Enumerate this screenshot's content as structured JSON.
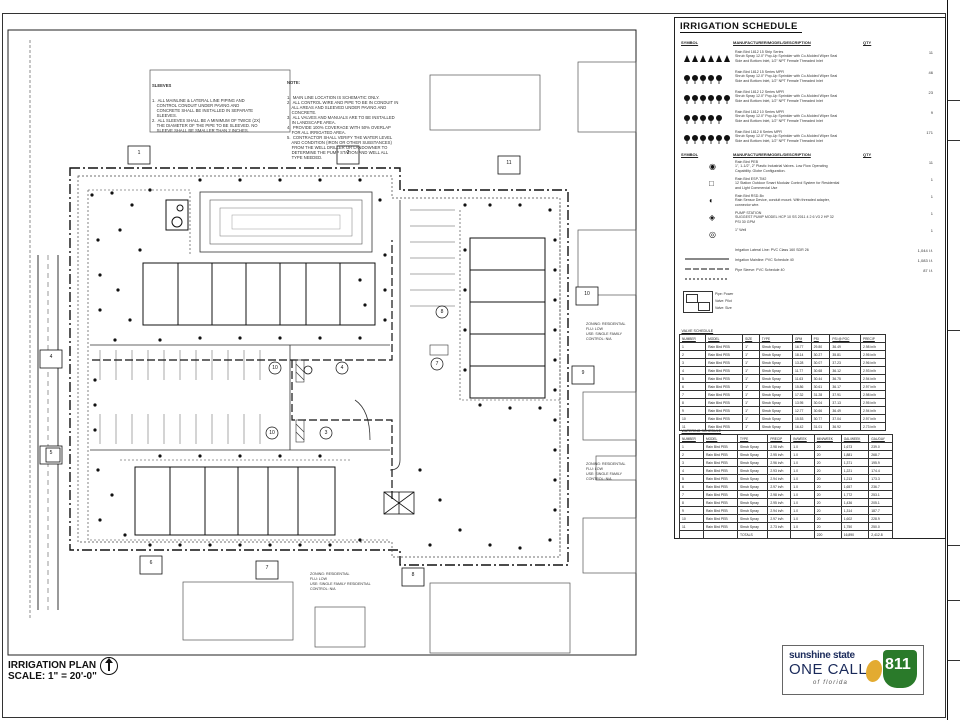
{
  "plan": {
    "title": "IRRIGATION PLAN",
    "scale": "SCALE: 1\" = 20'-0\"",
    "north_icon": "north-arrow-icon",
    "note_sleeves_title": "SLEEVES",
    "note_sleeves": "1.  ALL MAINLINE & LATERAL LINE PIPING AND\n    CONTROL CONDUIT UNDER PAVING AND\n    CONCRETE SHALL BE INSTALLED IN SEPARATE\n    SLEEVES.\n2.  ALL SLEEVES SHALL BE A MINIMUM OF TWICE (2X)\n    THE DIAMETER OF THE PIPE TO BE SLEEVED. NO\n    SLEEVE SHALL BE SMALLER THAN 2 INCHES.",
    "note_general_title": "NOTE:",
    "note_general": "1.  MAIN LINE LOCATION IS SCHEMATIC ONLY.\n2.  ALL CONTROL WIRE AND PIPE TO BE IN CONDUIT IN\n    ALL AREAS AND SLEEVED UNDER PAVING AND\n    CONCRETE.\n3.  ALL VALVES AND MANUALS ARE TO BE INSTALLED\n    IN LANDSCAPE AREA.\n4.  PROVIDE 100% COVERAGE WITH 50% OVERLAP\n    FOR ALL IRRIGATED AREA.\n5.  CONTRACTOR SHALL VERIFY THE WATER LEVEL\n    AND CONDITION (IRON OR OTHER SUBSTANCES)\n    FROM THE WELL DRILLER OR LANDOWNER TO\n    DETERMINE THE PUMP STATION AND WELL ALL\n    TYPE NEEDED.",
    "zone_tags": [
      "1",
      "2",
      "3",
      "4",
      "5",
      "6",
      "7",
      "8",
      "9",
      "10",
      "11"
    ],
    "adjacent_labels": [
      "ZONING: RESIDENTIAL\nFLU: LOW\nUSE: SINGLE FAMILY\nCONTROL: N/A",
      "ZONING: RESIDENTIAL\nFLU: LOW\nUSE: SINGLE FAMILY\nCONTROL: N/A",
      "ZONING: RESIDENTIAL\nFLU: LOW\nUSE: SINGLE FAMILY RESIDENTIAL\nCONTROL: N/A"
    ]
  },
  "schedule": {
    "title": "IRRIGATION SCHEDULE",
    "spray_header": {
      "symbol": "SYMBOL",
      "desc": "MANUFACTURER/MODEL/DESCRIPTION",
      "qty": "QTY"
    },
    "spray_rows": [
      {
        "icon": "spray-head-icon",
        "desc": "Rain Bird 1812 15 Strip Series\nShrub Spray 12.0\" Pop-Up Sprinkler with Co-Molded Wiper Seal\nSide and Bottom Inlet, 1/2\" NPT Female Threaded Inlet",
        "qty": "11"
      },
      {
        "icon": "spray-head-icon",
        "desc": "Rain Bird 1812 15 Series MPR\nShrub Spray 12.0\" Pop-Up Sprinkler with Co-Molded Wiper Seal\nSide and Bottom Inlet, 1/2\" NPT Female Threaded Inlet",
        "qty": "46"
      },
      {
        "icon": "spray-head-icon",
        "desc": "Rain Bird 1812 12 Series MPR\nShrub Spray 12.0\" Pop-Up Sprinkler with Co-Molded Wiper Seal\nSide and Bottom Inlet, 1/2\" NPT Female Threaded Inlet",
        "qty": "23"
      },
      {
        "icon": "spray-head-icon",
        "desc": "Rain Bird 1812 10 Series MPR\nShrub Spray 12.0\" Pop-Up Sprinkler with Co-Molded Wiper Seal\nSide and Bottom Inlet, 1/2\" NPT Female Threaded Inlet",
        "qty": "9"
      },
      {
        "icon": "spray-head-icon",
        "desc": "Rain Bird 1812 8 Series MPR\nShrub Spray 12.0\" Pop-Up Sprinkler with Co-Molded Wiper Seal\nSide and Bottom Inlet, 1/2\" NPT Female Threaded Inlet",
        "qty": "171"
      }
    ],
    "equip_header": {
      "symbol": "SYMBOL",
      "desc": "MANUFACTURER/MODEL/DESCRIPTION",
      "qty": "QTY"
    },
    "equip_rows": [
      {
        "icon": "valve-icon",
        "desc": "Rain Bird PEB\n1\", 1-1/2\", 2\" Plastic Industrial Valves. Low Flow Operating\nCapability. Globe Configuration.",
        "qty": "11"
      },
      {
        "icon": "controller-icon",
        "desc": "Rain Bird ESP-TM2\n12 Station Outdoor Smart Modular Control System for Residential\nand Light Commercial Use",
        "qty": "1"
      },
      {
        "icon": "quick-coupler-icon",
        "desc": "Rain Bird RSD-Bx\nRain Sensor Device, conduit mount. With threaded adapter,\nconnector wire.",
        "qty": "1"
      },
      {
        "icon": "pump-icon",
        "desc": "PUMP STATION\nSUGGEST PUMP MODEL HCP 10 SS 2011 4 2 6 V3 2 HP 32\nPSI 30 GPM",
        "qty": "1"
      },
      {
        "icon": "well-icon",
        "desc": "1\" Well",
        "qty": "1"
      }
    ],
    "pipe_rows": [
      {
        "desc": "Irrigation Lateral Line: PVC Class 160 SDR 26",
        "qty": "1,044 l.f."
      },
      {
        "desc": "Irrigation Mainline: PVC Schedule 40",
        "qty": "1,083 l.f."
      },
      {
        "desc": "Pipe Sleeve: PVC Schedule 40",
        "qty": "87 l.f."
      }
    ],
    "pipe_size_legend": [
      "Pipe: Power",
      "Valve: Pilot",
      "Valve: Size"
    ],
    "valve_table_caption": "VALVE SCHEDULE",
    "valve_table_headers": [
      "NUMBER",
      "MODEL",
      "SIZE",
      "TYPE",
      "GPM",
      "PSI",
      "PSI @ POC",
      "PRECIP"
    ],
    "valve_table_rows": [
      [
        "1",
        "Rain Bird PEB",
        "1\"",
        "Shrub Spray",
        "16.77",
        "29.80",
        "36.49",
        "2.98 in/h"
      ],
      [
        "2",
        "Rain Bird PEB",
        "1\"",
        "Shrub Spray",
        "18.14",
        "30.27",
        "35.81",
        "2.95 in/h"
      ],
      [
        "3",
        "Rain Bird PEB",
        "1\"",
        "Shrub Spray",
        "13.28",
        "30.07",
        "37.23",
        "2.96 in/h"
      ],
      [
        "4",
        "Rain Bird PEB",
        "1\"",
        "Shrub Spray",
        "11.77",
        "30.68",
        "36.12",
        "2.93 in/h"
      ],
      [
        "5",
        "Rain Bird PEB",
        "1\"",
        "Shrub Spray",
        "11.63",
        "30.44",
        "36.75",
        "2.94 in/h"
      ],
      [
        "6",
        "Rain Bird PEB",
        "1\"",
        "Shrub Spray",
        "15.86",
        "30.61",
        "36.17",
        "2.97 in/h"
      ],
      [
        "7",
        "Rain Bird PEB",
        "1\"",
        "Shrub Spray",
        "17.32",
        "31.28",
        "37.91",
        "2.98 in/h"
      ],
      [
        "8",
        "Rain Bird PEB",
        "1\"",
        "Shrub Spray",
        "13.95",
        "30.04",
        "37.13",
        "2.95 in/h"
      ],
      [
        "9",
        "Rain Bird PEB",
        "1\"",
        "Shrub Spray",
        "12.77",
        "30.66",
        "36.49",
        "2.94 in/h"
      ],
      [
        "10",
        "Rain Bird PEB",
        "1\"",
        "Shrub Spray",
        "15.53",
        "30.77",
        "37.04",
        "2.97 in/h"
      ],
      [
        "11",
        "Rain Bird PEB",
        "1\"",
        "Shrub Spray",
        "16.42",
        "31.01",
        "36.92",
        "2.73 in/h"
      ]
    ],
    "water_table_caption": "WATERING SCHEDULE",
    "water_table_headers": [
      "NUMBER",
      "MODEL",
      "TYPE",
      "PRECIP",
      "IN/WEEK",
      "MIN/WEEK",
      "GAL/WEEK",
      "GAL/DAY"
    ],
    "water_table_rows": [
      [
        "1",
        "Rain Bird PEB",
        "Shrub Spray",
        "2.98 in/h",
        "1.0",
        "20",
        "1,673",
        "239.0"
      ],
      [
        "2",
        "Rain Bird PEB",
        "Shrub Spray",
        "2.95 in/h",
        "1.0",
        "20",
        "1,881",
        "268.7"
      ],
      [
        "3",
        "Rain Bird PEB",
        "Shrub Spray",
        "2.96 in/h",
        "1.0",
        "20",
        "1,371",
        "195.9"
      ],
      [
        "4",
        "Rain Bird PEB",
        "Shrub Spray",
        "2.93 in/h",
        "1.0",
        "20",
        "1,221",
        "174.4"
      ],
      [
        "5",
        "Rain Bird PEB",
        "Shrub Spray",
        "2.94 in/h",
        "1.0",
        "20",
        "1,213",
        "173.3"
      ],
      [
        "6",
        "Rain Bird PEB",
        "Shrub Spray",
        "2.97 in/h",
        "1.0",
        "20",
        "1,657",
        "236.7"
      ],
      [
        "7",
        "Rain Bird PEB",
        "Shrub Spray",
        "2.98 in/h",
        "1.0",
        "20",
        "1,772",
        "253.1"
      ],
      [
        "8",
        "Rain Bird PEB",
        "Shrub Spray",
        "2.95 in/h",
        "1.0",
        "20",
        "1,436",
        "205.1"
      ],
      [
        "9",
        "Rain Bird PEB",
        "Shrub Spray",
        "2.94 in/h",
        "1.0",
        "20",
        "1,314",
        "187.7"
      ],
      [
        "10",
        "Rain Bird PEB",
        "Shrub Spray",
        "2.97 in/h",
        "1.0",
        "20",
        "1,602",
        "228.9"
      ],
      [
        "11",
        "Rain Bird PEB",
        "Shrub Spray",
        "2.73 in/h",
        "1.0",
        "20",
        "1,750",
        "250.0"
      ],
      [
        "",
        "",
        "TOTALS",
        "",
        "",
        "220",
        "16,890",
        "2,412.8"
      ]
    ]
  },
  "logo": {
    "line1": "sunshine state",
    "line2": "ONE CALL",
    "line3": "of florida",
    "badge": "811",
    "colors": {
      "navy": "#1a2a5a",
      "green": "#2a7a2a",
      "gold": "#e0a21b"
    }
  }
}
